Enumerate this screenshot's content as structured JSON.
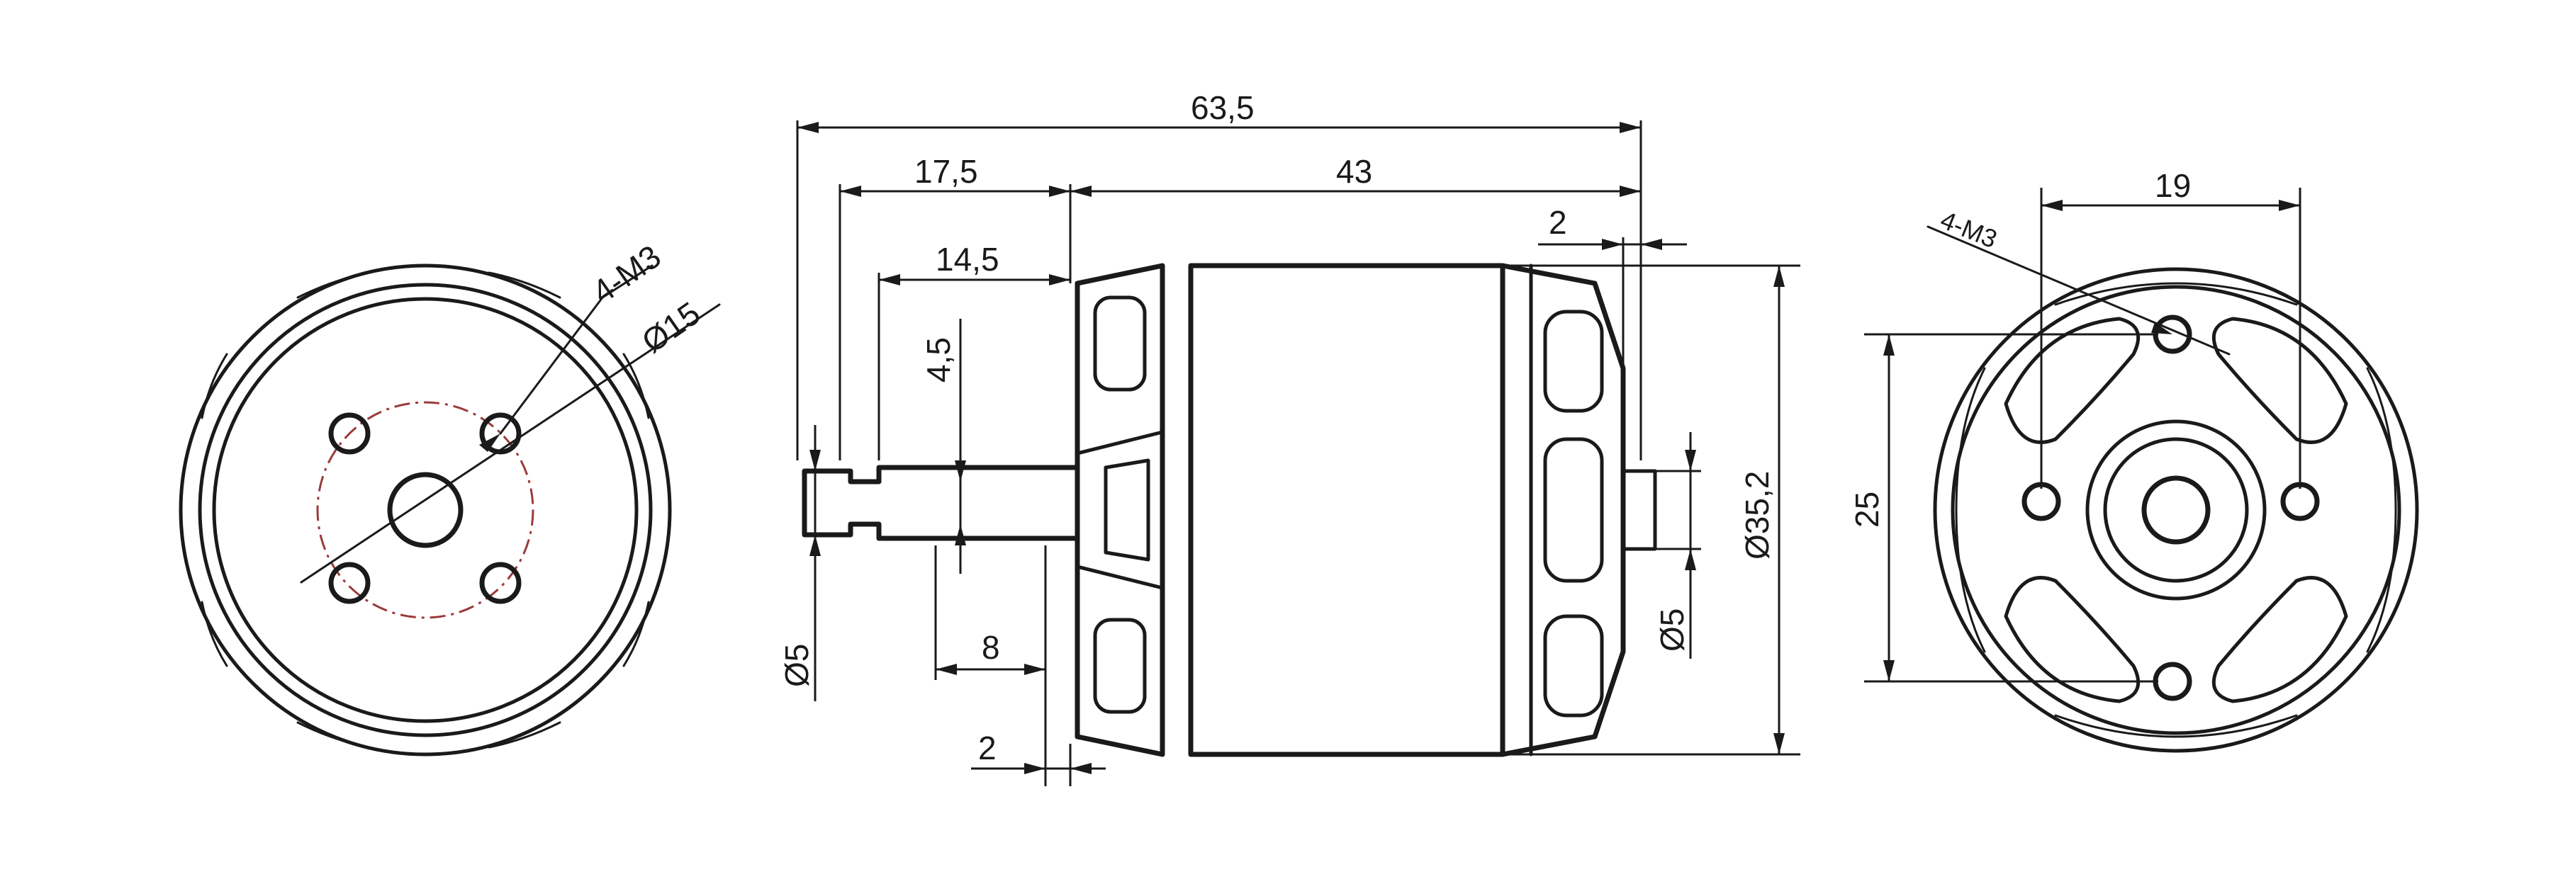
{
  "left_view": {
    "pcd_label": "Ø15",
    "holes_label": "4-M3"
  },
  "side_view": {
    "overall_length": "63,5",
    "shaft_to_body": "17,5",
    "body_length": "43",
    "rear_shaft": "2",
    "shaft_usable": "14,5",
    "flat_depth": "4,5",
    "shaft_diameter": "Ø5",
    "flat_length": "8",
    "flange_thickness": "2",
    "rear_shaft_diameter": "Ø5",
    "body_diameter": "Ø35,2"
  },
  "right_view": {
    "hole_spacing_horizontal": "19",
    "hole_spacing_vertical": "25",
    "holes_label": "4-M3"
  },
  "colors": {
    "line": "#1a1a1a",
    "centerline": "#9b3a3a",
    "background": "#ffffff"
  }
}
